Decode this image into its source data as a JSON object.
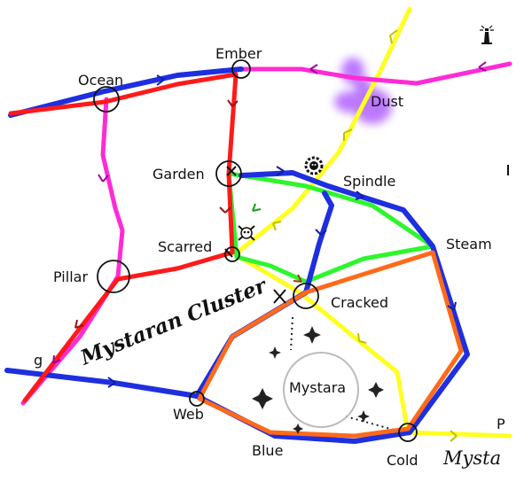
{
  "map": {
    "region_label": "Mystaran Cluster",
    "offmap_label": "Mysta",
    "edge_label_left": "g",
    "edge_label_right": "P",
    "systems": [
      {
        "id": "ember",
        "name": "Ember"
      },
      {
        "id": "ocean",
        "name": "Ocean"
      },
      {
        "id": "dust",
        "name": "Dust"
      },
      {
        "id": "garden",
        "name": "Garden"
      },
      {
        "id": "spindle",
        "name": "Spindle"
      },
      {
        "id": "scarred",
        "name": "Scarred"
      },
      {
        "id": "steam",
        "name": "Steam"
      },
      {
        "id": "pillar",
        "name": "Pillar"
      },
      {
        "id": "cracked",
        "name": "Cracked"
      },
      {
        "id": "mystara",
        "name": "Mystara"
      },
      {
        "id": "web",
        "name": "Web"
      },
      {
        "id": "blue",
        "name": "Blue"
      },
      {
        "id": "cold",
        "name": "Cold"
      }
    ],
    "route_colors": {
      "red": "#ff1a1a",
      "blue": "#1e2fe0",
      "magenta": "#ff2bd6",
      "yellow": "#ffff22",
      "green": "#2ef52e",
      "orange": "#ff6a1a",
      "nebula": "#b060ff"
    },
    "icons": [
      "lighthouse-icon",
      "gear-hazard-icon",
      "skull-crossbones-icon",
      "crossed-swords-icon",
      "black-hole-icon"
    ]
  }
}
